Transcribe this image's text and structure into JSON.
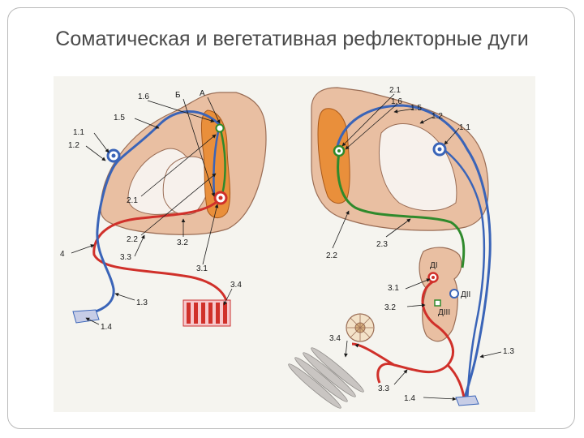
{
  "slide": {
    "title": "Соматическая и вегетативная рефлекторные дуги"
  },
  "colors": {
    "tissue": "#e9bfa2",
    "tissue_stroke": "#9a6d55",
    "gray_matter": "#e98f3b",
    "afferent": "#3a64b8",
    "interneuron": "#2f8a2c",
    "efferent": "#d0302a"
  },
  "icons": {
    "neuron_body": "circle-with-dot",
    "muscle": "striped-red-muscle",
    "gland": "round-gland",
    "smooth_muscle": "spindle-fibres"
  },
  "labels": {
    "left": {
      "l_1_6": "1.6",
      "l_b": "Б",
      "l_a": "А",
      "l_1_5": "1.5",
      "l_1_1": "1.1",
      "l_1_2": "1.2",
      "l_2_1": "2.1",
      "l_2_2": "2.2",
      "l_3_2": "3.2",
      "l_4": "4",
      "l_3_3": "3.3",
      "l_3_1": "3.1",
      "l_3_4": "3.4",
      "l_1_3": "1.3",
      "l_1_4": "1.4"
    },
    "right": {
      "r_2_1": "2.1",
      "r_1_6": "1.6",
      "r_1_5": "1.5",
      "r_1_2": "1.2",
      "r_1_1": "1.1",
      "r_2_2": "2.2",
      "r_2_3": "2.3",
      "r_di": "ДI",
      "r_dii": "ДII",
      "r_diii": "ДIII",
      "r_3_1": "3.1",
      "r_3_2": "3.2",
      "r_3_4": "3.4",
      "r_1_3": "1.3",
      "r_3_3": "3.3",
      "r_1_4": "1.4"
    }
  }
}
